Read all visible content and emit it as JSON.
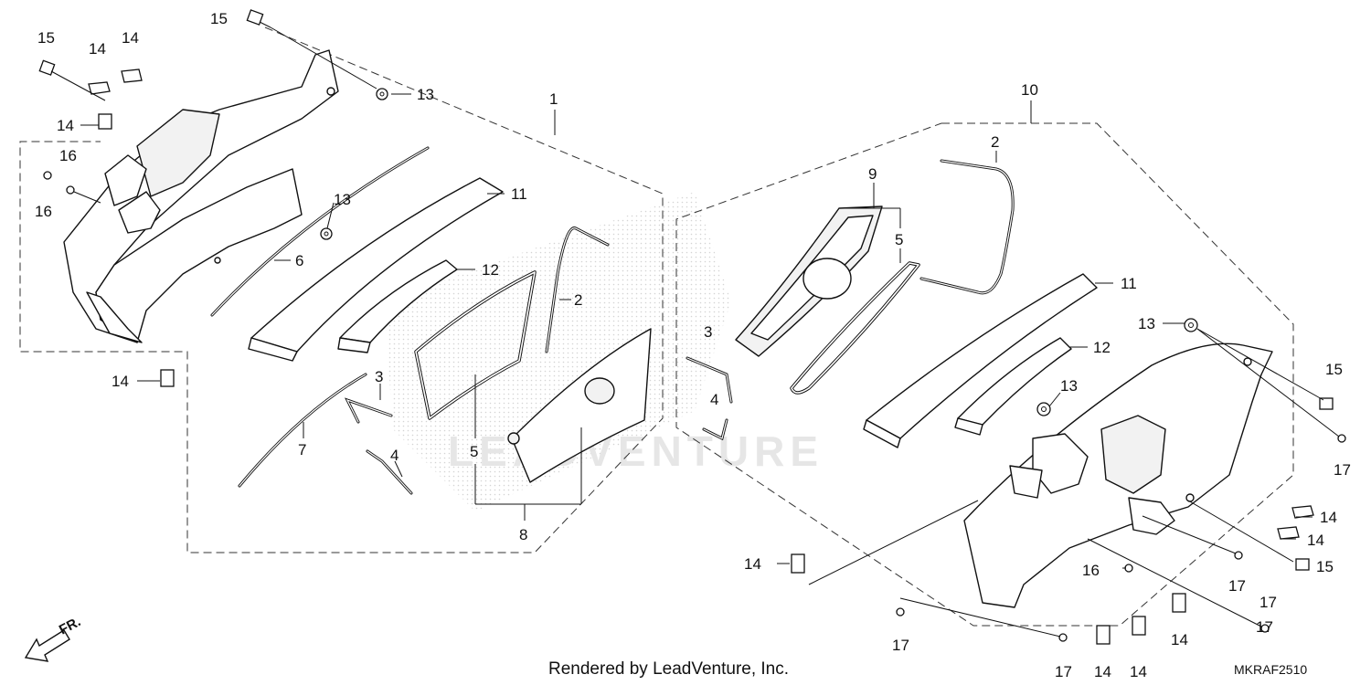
{
  "diagram": {
    "callouts": {
      "left": [
        {
          "id": "l1",
          "text": "1"
        },
        {
          "id": "l2",
          "text": "2"
        },
        {
          "id": "l3",
          "text": "3"
        },
        {
          "id": "l4",
          "text": "4"
        },
        {
          "id": "l5a",
          "text": "5"
        },
        {
          "id": "l6",
          "text": "6"
        },
        {
          "id": "l7",
          "text": "7"
        },
        {
          "id": "l8",
          "text": "8"
        },
        {
          "id": "l11",
          "text": "11"
        },
        {
          "id": "l12",
          "text": "12"
        },
        {
          "id": "l13a",
          "text": "13"
        },
        {
          "id": "l13b",
          "text": "13"
        },
        {
          "id": "l14a",
          "text": "14"
        },
        {
          "id": "l14b",
          "text": "14"
        },
        {
          "id": "l14c",
          "text": "14"
        },
        {
          "id": "l14d",
          "text": "14"
        },
        {
          "id": "l15a",
          "text": "15"
        },
        {
          "id": "l15b",
          "text": "15"
        },
        {
          "id": "l16a",
          "text": "16"
        },
        {
          "id": "l16b",
          "text": "16"
        }
      ],
      "right": [
        {
          "id": "r10",
          "text": "10"
        },
        {
          "id": "r2",
          "text": "2"
        },
        {
          "id": "r9",
          "text": "9"
        },
        {
          "id": "r5",
          "text": "5"
        },
        {
          "id": "r3",
          "text": "3"
        },
        {
          "id": "r4",
          "text": "4"
        },
        {
          "id": "r11",
          "text": "11"
        },
        {
          "id": "r12",
          "text": "12"
        },
        {
          "id": "r13a",
          "text": "13"
        },
        {
          "id": "r13b",
          "text": "13"
        },
        {
          "id": "r15a",
          "text": "15"
        },
        {
          "id": "r15b",
          "text": "15"
        },
        {
          "id": "r17a",
          "text": "17"
        },
        {
          "id": "r17b",
          "text": "17"
        },
        {
          "id": "r17c",
          "text": "17"
        },
        {
          "id": "r17d",
          "text": "17"
        },
        {
          "id": "r17e",
          "text": "17"
        },
        {
          "id": "r17f",
          "text": "17"
        },
        {
          "id": "r16",
          "text": "16"
        },
        {
          "id": "r14a",
          "text": "14"
        },
        {
          "id": "r14b",
          "text": "14"
        },
        {
          "id": "r14c",
          "text": "14"
        },
        {
          "id": "r14d",
          "text": "14"
        },
        {
          "id": "r14e",
          "text": "14"
        },
        {
          "id": "r14f",
          "text": "14"
        }
      ]
    },
    "direction_label": "FR.",
    "footer_text": "Rendered by LeadVenture, Inc.",
    "diagram_code": "MKRAF2510",
    "watermark_text": "LEADVENTURE"
  },
  "colors": {
    "line": "#111111",
    "background": "#ffffff",
    "watermark": "#e6e6e6"
  }
}
